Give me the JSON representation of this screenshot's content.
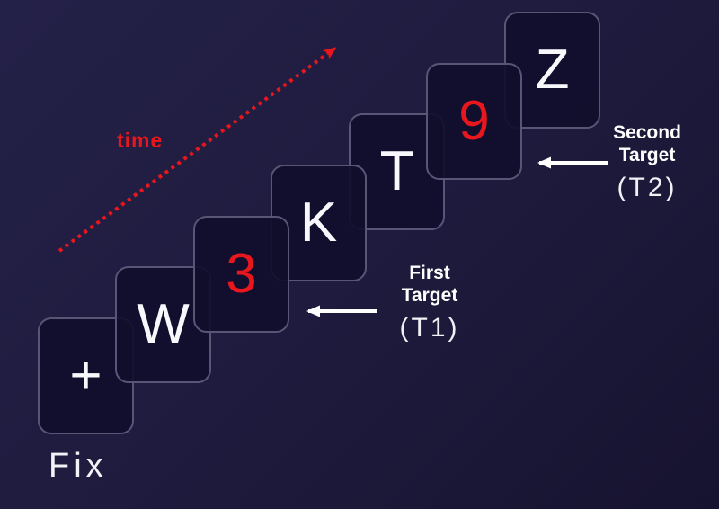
{
  "palette": {
    "background_top": "#242148",
    "background_bottom": "#161330",
    "card_fill": "#110e2c",
    "card_border": "#5a5577",
    "accent_red": "#e8161d",
    "text_white": "#ffffff"
  },
  "diagram": {
    "cards": [
      {
        "char": "+",
        "role": "fixation"
      },
      {
        "char": "W",
        "role": "distractor"
      },
      {
        "char": "3",
        "role": "target"
      },
      {
        "char": "K",
        "role": "distractor"
      },
      {
        "char": "T",
        "role": "distractor"
      },
      {
        "char": "9",
        "role": "target"
      },
      {
        "char": "Z",
        "role": "distractor"
      }
    ],
    "labels": {
      "fix": "Fix",
      "time": "time"
    },
    "first_target": {
      "line1": "First",
      "line2": "Target",
      "tag": "(T1)"
    },
    "second_target": {
      "line1": "Second",
      "line2": "Target",
      "tag": "(T2)"
    }
  }
}
